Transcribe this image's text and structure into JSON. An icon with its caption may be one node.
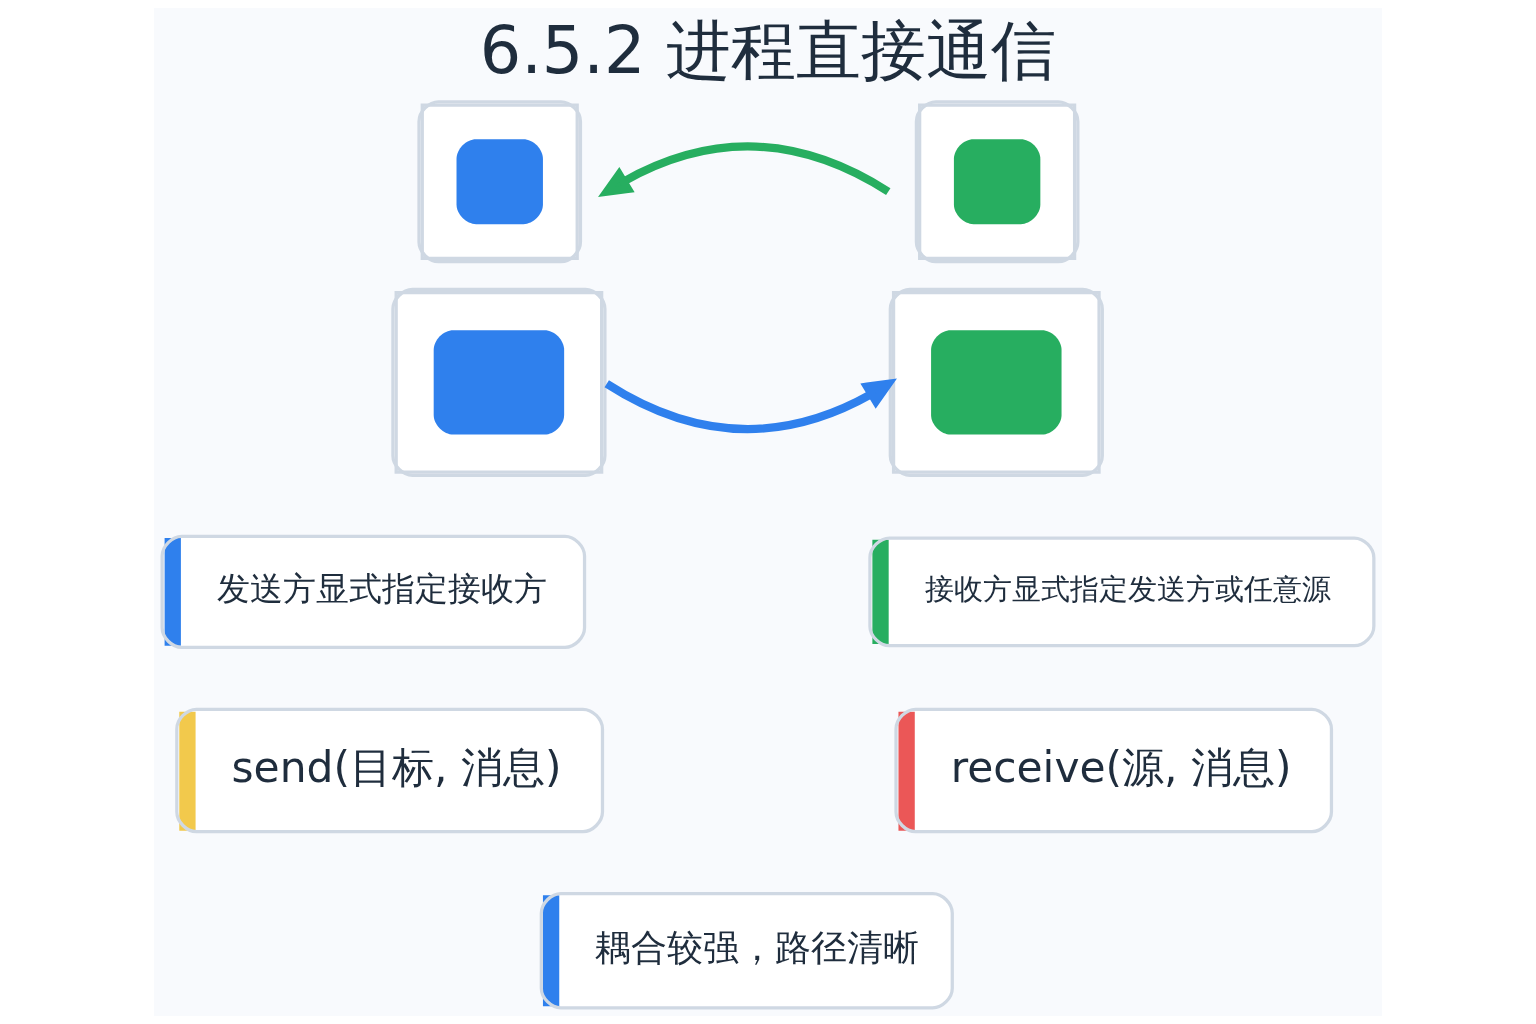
{
  "diagram": {
    "title": "6.5.2 进程直接通信",
    "nodes": [
      {
        "text": [],
        "shape": "person"
      },
      {
        "text": [],
        "shape": "person"
      },
      {
        "text": [
          "发送方显式指定接收方"
        ]
      },
      {
        "text": [
          "接收方显式指定发送方或任意源"
        ]
      },
      {
        "text": [
          "send(目标, 消息)"
        ]
      },
      {
        "text": [
          "receive(源, 消息)"
        ]
      },
      {
        "text": [
          "耦合较强，路径清晰"
        ]
      }
    ],
    "edges": [
      {
        "from": 0,
        "to": 1,
        "arrow": "to",
        "color": "#2f80ed"
      },
      {
        "from": 1,
        "to": 0,
        "arrow": "to",
        "color": "#27ae60"
      }
    ]
  }
}
